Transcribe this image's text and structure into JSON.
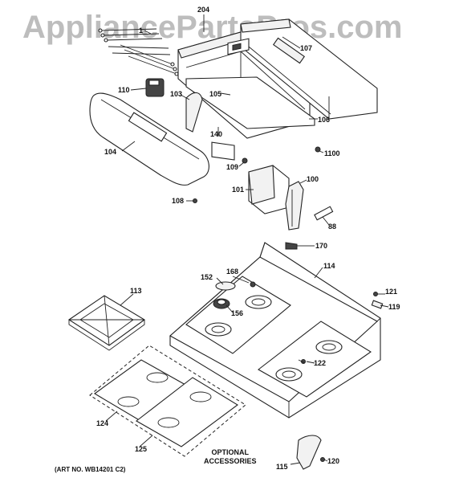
{
  "watermark": "AppliancePartsPros.com",
  "labels": {
    "p204": "204",
    "p107": "107",
    "p110": "110",
    "p103": "103",
    "p105": "105",
    "p106": "106",
    "p140": "140",
    "p104": "104",
    "p1100": "1100",
    "p109": "109",
    "p100": "100",
    "p101": "101",
    "p108": "108",
    "p88": "88",
    "p170": "170",
    "p114": "114",
    "p168": "168",
    "p152": "152",
    "p113": "113",
    "p156": "156",
    "p121": "121",
    "p119": "119",
    "p122": "122",
    "p124": "124",
    "p125": "125",
    "p115": "115",
    "p120": "120",
    "p1": "1"
  },
  "optional_line1": "OPTIONAL",
  "optional_line2": "ACCESSORIES",
  "art_number": "(ART NO. WB14201 C2)"
}
